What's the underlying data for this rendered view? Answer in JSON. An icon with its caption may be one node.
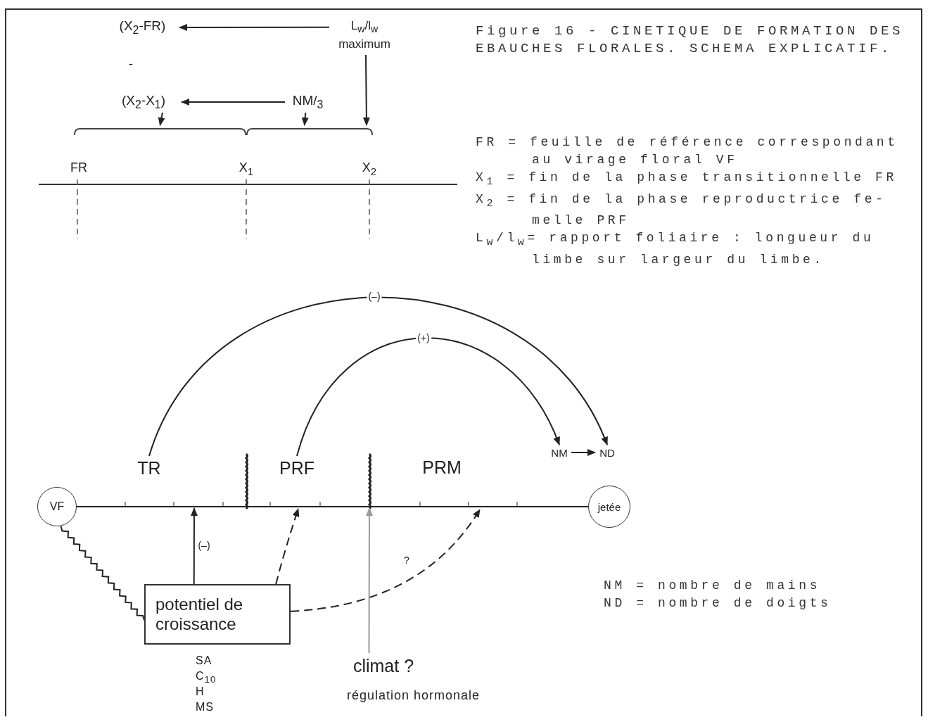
{
  "diagram": {
    "title": "Figure 16 - CINETIQUE DE FORMATION DES EBAUCHES FLORALES. SCHEMA EXPLICATIF.",
    "nodes": [
      {
        "text": [
          "(X$_{2}$-FR)"
        ]
      },
      {
        "text": [
          "L$_{w}$/l$_{w}$ maximum"
        ]
      },
      {
        "text": [
          "(X$_{2}$-X$_{1}$)"
        ]
      },
      {
        "text": [
          "NM/$_{3}$"
        ]
      },
      {
        "text": [],
        "shape": "bracket"
      },
      {
        "text": [],
        "shape": "bracket"
      },
      {
        "text": [
          "TR"
        ]
      },
      {
        "text": [
          "PRF"
        ]
      },
      {
        "text": [
          "NM"
        ]
      },
      {
        "text": [
          "ND"
        ]
      },
      {
        "text": [
          "VF"
        ]
      },
      {
        "text": [
          "jetée"
        ]
      },
      {
        "text": [
          "potentiel de croissance"
        ],
        "beside": [
          "SA",
          "C$_{10}$",
          "H",
          "MS"
        ]
      },
      {
        "text": [
          "climat ?"
        ],
        "beside": [
          "régulation hormonale"
        ]
      }
    ],
    "edges": [
      {
        "from": 1,
        "to": 0,
        "arrow": "to"
      },
      {
        "from": 3,
        "to": 2,
        "arrow": "to"
      },
      {
        "from": 2,
        "to": 4,
        "arrow": "to"
      },
      {
        "from": 3,
        "to": 5,
        "arrow": "to"
      },
      {
        "from": 1,
        "to": 5,
        "arrow": "to"
      },
      {
        "from": 6,
        "to": 9,
        "arrow": "to",
        "label": "(–)"
      },
      {
        "from": 7,
        "to": 8,
        "arrow": "to",
        "label": "(+)"
      },
      {
        "from": 8,
        "to": 9,
        "arrow": "to"
      },
      {
        "from": 10,
        "to": 11,
        "arrow": "none"
      },
      {
        "from": 10,
        "to": 12,
        "arrow": "none"
      },
      {
        "from": 12,
        "to": null,
        "arrow": "to",
        "label": "(–)"
      },
      {
        "from": 12,
        "to": null,
        "arrow": "to",
        "style": "dashed"
      },
      {
        "from": 12,
        "to": null,
        "arrow": "to",
        "style": "dashed",
        "label": "?"
      },
      {
        "from": 13,
        "to": null,
        "arrow": "to",
        "color": "#9a9a9a"
      }
    ],
    "labels": [
      "-",
      "FR",
      "X$_{1}$",
      "X$_{2}$",
      "FR = feuille de référence correspondant au virage floral VF",
      "X$_{1}$ = fin de la phase transitionnelle FR",
      "X$_{2}$ = fin de la phase reproductrice fe- melle PRF",
      "L$_{w}$/l$_{w}$= rapport foliaire : longueur du limbe sur largeur du limbe.",
      "PRM",
      "NM = nombre de mains",
      "ND = nombre de doigts"
    ]
  }
}
